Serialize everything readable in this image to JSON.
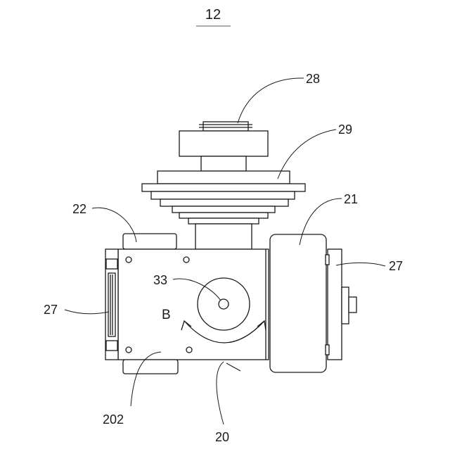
{
  "figure": {
    "number": "12",
    "labels": {
      "l28": "28",
      "l29": "29",
      "l22": "22",
      "l21": "21",
      "l27_left": "27",
      "l27_right": "27",
      "l33": "33",
      "lB": "B",
      "l202": "202",
      "l20": "20"
    }
  }
}
